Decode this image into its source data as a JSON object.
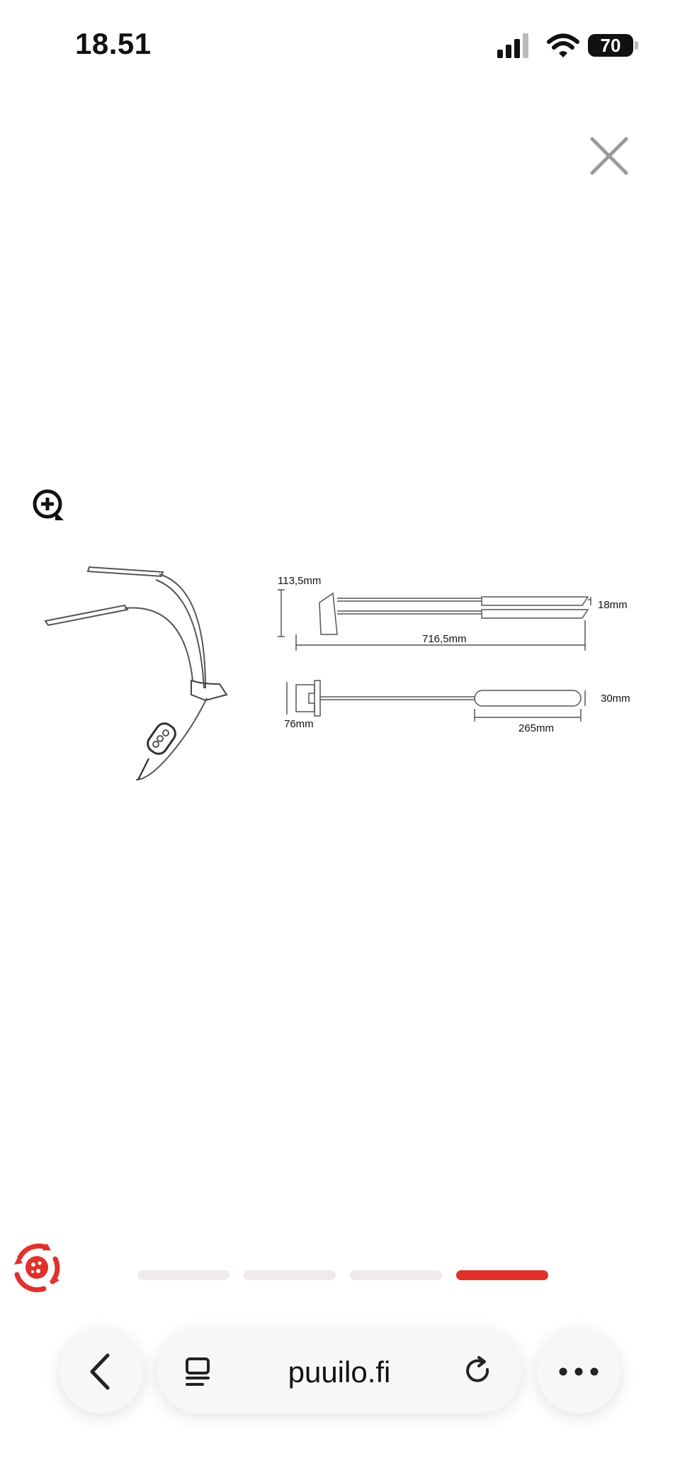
{
  "status_bar": {
    "time": "18.51",
    "battery": "70"
  },
  "product_drawing": {
    "height_top": "113,5mm",
    "head_thickness": "18mm",
    "total_length": "716,5mm",
    "clamp_width": "76mm",
    "head_width": "30mm",
    "head_length": "265mm"
  },
  "carousel": {
    "total": 4,
    "active_index": 3
  },
  "browser": {
    "url": "puuilo.fi"
  },
  "colors": {
    "accent": "#e0312b",
    "inactive_dot": "#efebea"
  },
  "icons": [
    "close-icon",
    "zoom-in-icon",
    "cookie-icon",
    "back-icon",
    "reader-icon",
    "reload-icon",
    "more-icon"
  ]
}
